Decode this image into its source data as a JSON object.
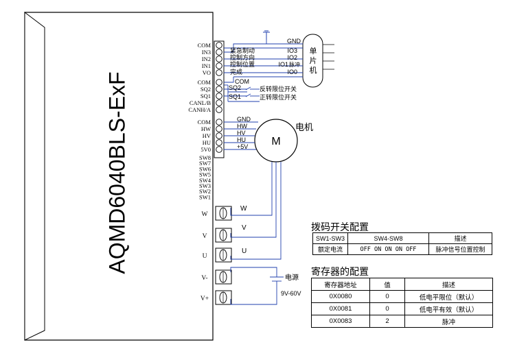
{
  "driver": {
    "model": "AQMD6040BLS-ExF"
  },
  "terminals": {
    "signal": [
      "COM",
      "IN3",
      "IN2",
      "IN1",
      "VO",
      "COM",
      "SQ2",
      "SQ1",
      "CANL/B",
      "CANH/A",
      "COM",
      "HW",
      "HV",
      "HU",
      "5V0",
      "SW8",
      "SW7",
      "SW6",
      "SW5",
      "SW4",
      "SW3",
      "SW2",
      "SW1"
    ],
    "power": [
      "W",
      "V",
      "U",
      "V-",
      "V+"
    ]
  },
  "mcu": {
    "label_chars": [
      "单",
      "片",
      "机"
    ],
    "gnd_label": "GND",
    "io_labels": [
      "IO3",
      "IO2",
      "IO1",
      "IO0"
    ],
    "func_labels": [
      "紧急制动",
      "控制方向",
      "控制位置",
      "完成"
    ],
    "pulse_label": "脉冲"
  },
  "limit": {
    "com_label": "COM",
    "sq2_label": "SQ2",
    "sq1_label": "SQ1",
    "sq2_func": "反转限位开关",
    "sq1_func": "正转限位开关"
  },
  "motor": {
    "symbol": "M",
    "title": "电机",
    "hall_labels": [
      "GND",
      "HW",
      "HV",
      "HU",
      "+5V"
    ],
    "phase_labels": [
      "W",
      "V",
      "U"
    ]
  },
  "power_supply": {
    "label": "电源",
    "range": "9V-60V"
  },
  "dip_switch": {
    "title": "拨码开关配置",
    "headers": [
      "SW1-SW3",
      "SW4-SW8",
      "描述"
    ],
    "row": [
      "额定电流",
      "OFF ON ON ON OFF",
      "脉冲信号位置控制"
    ]
  },
  "register": {
    "title": "寄存器的配置",
    "headers": [
      "寄存器地址",
      "值",
      "描述"
    ],
    "rows": [
      [
        "0X0080",
        "0",
        "低电平限位（默认）"
      ],
      [
        "0X0081",
        "0",
        "低电平有效（默认）"
      ],
      [
        "0X0083",
        "2",
        "脉冲"
      ]
    ]
  }
}
